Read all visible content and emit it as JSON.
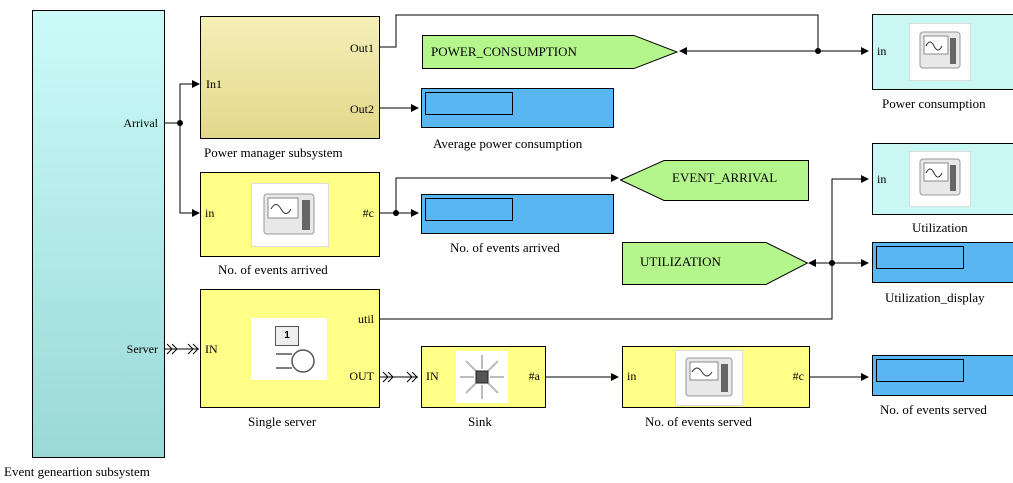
{
  "blocks": {
    "event_gen": {
      "label": "Event geneartion subsystem",
      "ports": {
        "arrival": "Arrival",
        "server": "Server"
      }
    },
    "power_manager": {
      "label": "Power manager subsystem",
      "ports": {
        "in1": "In1",
        "out1": "Out1",
        "out2": "Out2"
      }
    },
    "power_tag": {
      "text": "POWER_CONSUMPTION"
    },
    "power_scope": {
      "label": "Power consumption",
      "ports": {
        "in": "in"
      }
    },
    "avg_power_display": {
      "label": "Average power consumption"
    },
    "arrivals_counter": {
      "label": "No. of events arrived",
      "ports": {
        "in": "in",
        "out": "#c"
      }
    },
    "arrivals_display": {
      "label": "No. of events arrived"
    },
    "event_arrival_tag": {
      "text": "EVENT_ARRIVAL"
    },
    "utilization_scope": {
      "label": "Utilization",
      "ports": {
        "in": "in"
      }
    },
    "utilization_tag": {
      "text": "UTILIZATION"
    },
    "utilization_display": {
      "label": "Utilization_display"
    },
    "single_server": {
      "label": "Single server",
      "ports": {
        "in": "IN",
        "util": "util",
        "out": "OUT"
      },
      "icon_number": "1"
    },
    "sink": {
      "label": "Sink",
      "ports": {
        "in": "IN",
        "out": "#a"
      }
    },
    "served_counter": {
      "label": "No. of events served",
      "ports": {
        "in": "in",
        "out": "#c"
      }
    },
    "served_display": {
      "label": "No. of events served"
    }
  },
  "colors": {
    "cyan_block": "#c8f7f4",
    "yellow_block": "#ffff88",
    "power_manager": "#f2eaa8",
    "goto_green": "#b4f58c",
    "display_blue": "#5ab6f0"
  }
}
